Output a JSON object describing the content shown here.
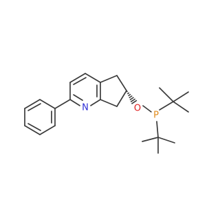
{
  "molecule": {
    "atom_labels": {
      "nitrogen": "N",
      "oxygen": "O",
      "phosphorus": "P"
    },
    "colors": {
      "bond": "#3a3a3a",
      "nitrogen": "#2c2cd6",
      "oxygen": "#e02020",
      "phosphorus": "#e08a1a"
    }
  }
}
